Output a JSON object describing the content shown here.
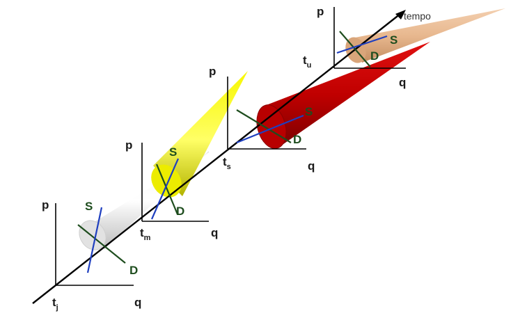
{
  "timeline": {
    "label": "tempo"
  },
  "panels": [
    {
      "id": "j",
      "p_label": "p",
      "q_label": "q",
      "t_main": "t",
      "t_sub": "j",
      "s_label": "S",
      "d_label": "D",
      "cone_color": "#d9d9d9"
    },
    {
      "id": "m",
      "p_label": "p",
      "q_label": "q",
      "t_main": "t",
      "t_sub": "m",
      "s_label": "S",
      "d_label": "D",
      "cone_color": "#e6e600"
    },
    {
      "id": "s",
      "p_label": "p",
      "q_label": "q",
      "t_main": "t",
      "t_sub": "s",
      "s_label": "S",
      "d_label": "D",
      "cone_color": "#c00000"
    },
    {
      "id": "u",
      "p_label": "p",
      "q_label": "q",
      "t_main": "t",
      "t_sub": "u",
      "s_label": "S",
      "d_label": "D",
      "cone_color": "#e8b88f"
    }
  ],
  "colors": {
    "supply_line": "#1f3fbf",
    "demand_line": "#1e4d1e",
    "axes": "#000000"
  }
}
